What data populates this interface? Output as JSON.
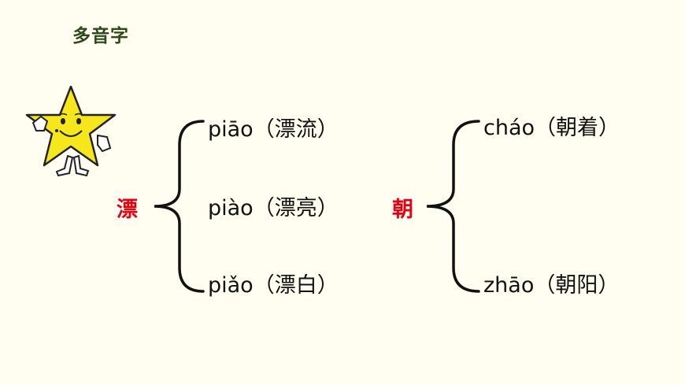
{
  "title": "多音字",
  "groups": [
    {
      "char": "漂",
      "readings": [
        {
          "pinyin": "piāo",
          "word": "（漂流）"
        },
        {
          "pinyin": "piào",
          "word": "（漂亮）"
        },
        {
          "pinyin": "piǎo",
          "word": "（漂白）"
        }
      ]
    },
    {
      "char": "朝",
      "readings": [
        {
          "pinyin": "cháo",
          "word": "（朝着）"
        },
        {
          "pinyin": "zhāo",
          "word": "（朝阳）"
        }
      ]
    }
  ],
  "colors": {
    "char": "#e60012",
    "title": "#2f4a1a",
    "background": "#fffef0"
  },
  "icons": {
    "mascot": "smiling-star-mascot-icon"
  }
}
